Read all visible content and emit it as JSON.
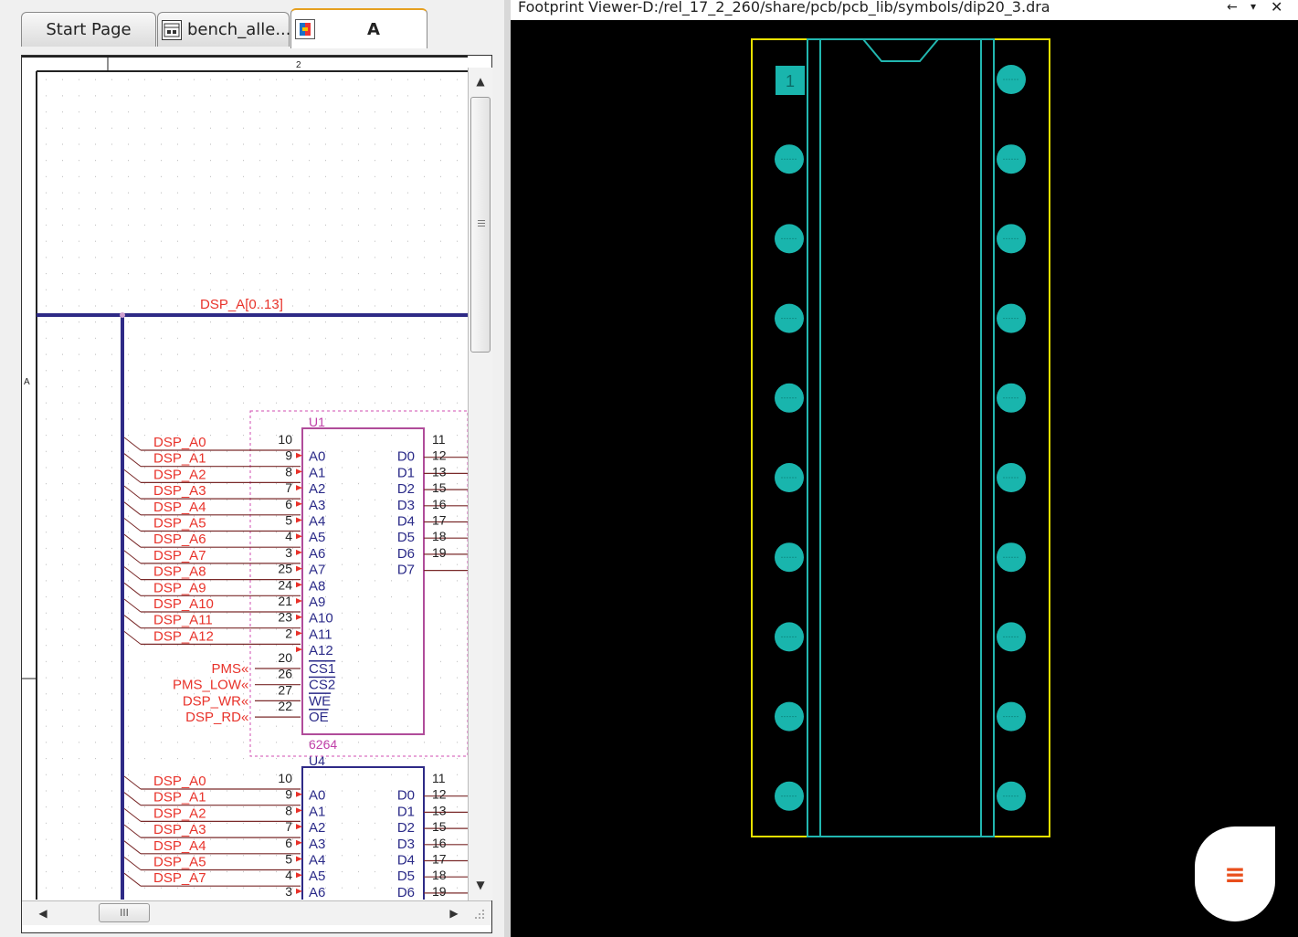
{
  "tabs": [
    {
      "label": "Start Page",
      "icon": "none"
    },
    {
      "label": "bench_alle...",
      "icon": "schematic-window-icon"
    },
    {
      "label": "A",
      "icon": "page-icon"
    }
  ],
  "schematic": {
    "ruler_top": "2",
    "ruler_side": "A",
    "bus_label": "DSP_A[0..13]",
    "u1": {
      "ref": "U1",
      "part": "6264",
      "nets_left": [
        "DSP_A0",
        "DSP_A1",
        "DSP_A2",
        "DSP_A3",
        "DSP_A4",
        "DSP_A5",
        "DSP_A6",
        "DSP_A7",
        "DSP_A8",
        "DSP_A9",
        "DSP_A10",
        "DSP_A11",
        "DSP_A12"
      ],
      "left_pins": [
        "10",
        "9",
        "8",
        "7",
        "6",
        "5",
        "4",
        "3",
        "25",
        "24",
        "21",
        "23",
        "2"
      ],
      "left_names": [
        "A0",
        "A1",
        "A2",
        "A3",
        "A4",
        "A5",
        "A6",
        "A7",
        "A8",
        "A9",
        "A10",
        "A11",
        "A12"
      ],
      "right_names": [
        "D0",
        "D1",
        "D2",
        "D3",
        "D4",
        "D5",
        "D6",
        "D7"
      ],
      "right_pins": [
        "11",
        "12",
        "13",
        "15",
        "16",
        "17",
        "18",
        "19"
      ],
      "ctrl_nets": [
        "PMS",
        "PMS_LOW",
        "DSP_WR",
        "DSP_RD"
      ],
      "ctrl_pins": [
        "20",
        "26",
        "27",
        "22"
      ],
      "ctrl_names": [
        "CS1",
        "CS2",
        "WE",
        "OE"
      ]
    },
    "u4": {
      "ref": "U4",
      "nets_left": [
        "DSP_A0",
        "DSP_A1",
        "DSP_A2",
        "DSP_A3",
        "DSP_A4",
        "DSP_A5",
        "DSP_A7"
      ],
      "left_pins": [
        "10",
        "9",
        "8",
        "7",
        "6",
        "5",
        "4",
        "3"
      ],
      "left_names": [
        "A0",
        "A1",
        "A2",
        "A3",
        "A4",
        "A5",
        "A6"
      ],
      "right_names": [
        "D0",
        "D1",
        "D2",
        "D3",
        "D4",
        "D5",
        "D6"
      ],
      "right_pins": [
        "11",
        "12",
        "13",
        "15",
        "16",
        "17",
        "18",
        "19"
      ]
    }
  },
  "footprint": {
    "title": "Footprint Viewer-D:/rel_17_2_260/share/pcb/pcb_lib/symbols/dip20_3.dra",
    "pin1_label": "1",
    "colors": {
      "outline": "#e8e000",
      "body": "#22b7b0",
      "pad": "#19b5ad",
      "background": "#000000"
    }
  },
  "controls": {
    "pin": "←",
    "dropdown": "▾",
    "close": "✕",
    "hscroll_thumb": "III",
    "menu": "≡"
  }
}
